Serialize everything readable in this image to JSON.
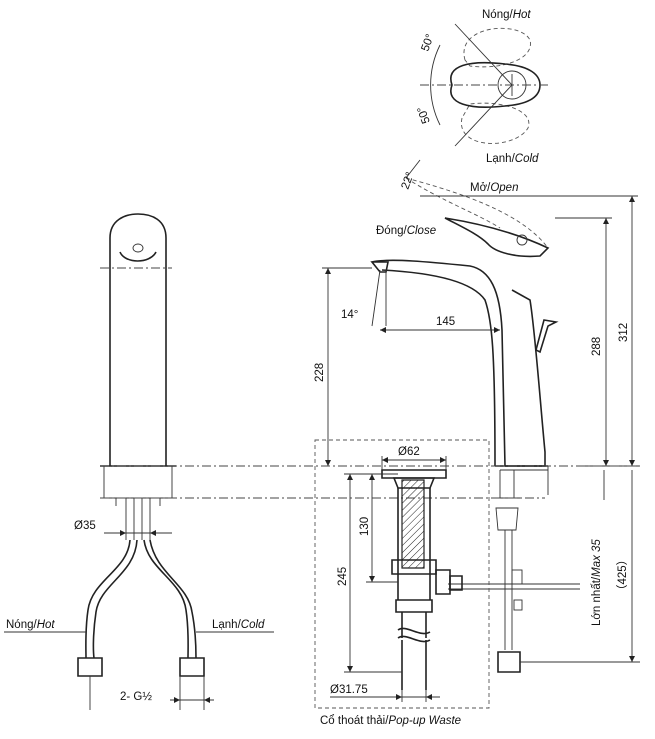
{
  "labels": {
    "hot_vi": "Nóng/",
    "hot_en": "Hot",
    "cold_vi": "Lạnh/",
    "cold_en": "Cold",
    "angle_50_top": "50°",
    "angle_50_bottom": "50°",
    "angle_22": "22°",
    "open_vi": "Mở/",
    "open_en": "Open",
    "close_vi": "Đóng/",
    "close_en": "Close",
    "angle_14": "14°",
    "dim_145": "145",
    "dim_228": "228",
    "dim_288": "288",
    "dim_312": "312",
    "dim_d62": "Ø62",
    "dim_130": "130",
    "dim_245": "245",
    "dim_d35": "Ø35",
    "dim_d3175": "Ø31.75",
    "dim_425": "（425）",
    "max_vi": "Lớn nhất/",
    "max_en": "Max 35",
    "hose_hot_vi": "Nóng/",
    "hose_hot_en": "Hot",
    "hose_cold_vi": "Lạnh/",
    "hose_cold_en": "Cold",
    "thread": "2- G½",
    "waste_vi": "Cổ thoát thải/",
    "waste_en": "Pop-up Waste"
  }
}
